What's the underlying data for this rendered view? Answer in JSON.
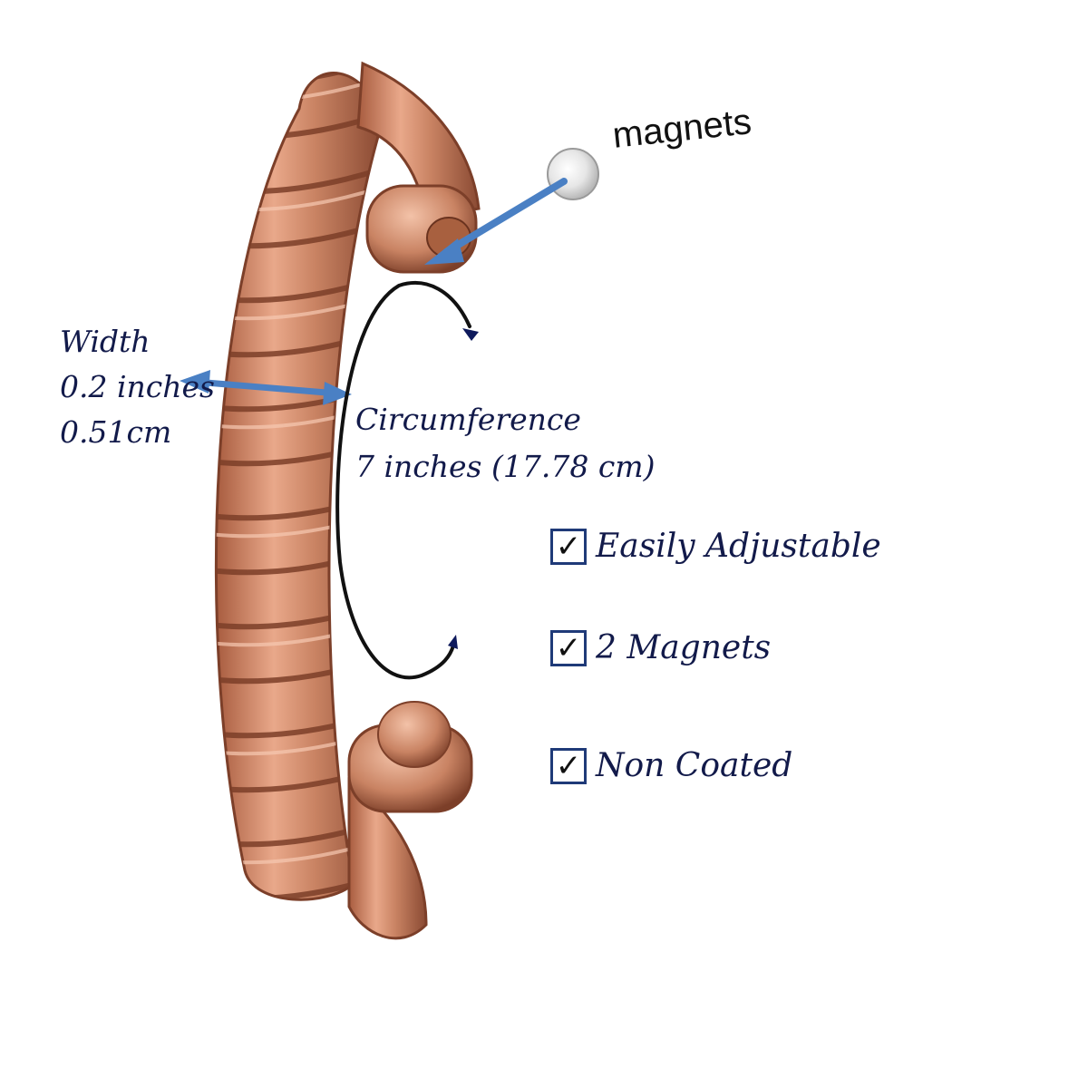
{
  "labels": {
    "magnets": "magnets",
    "width": {
      "title": "Width",
      "inches": "0.2 inches",
      "cm": "0.51cm"
    },
    "circumference": {
      "title": "Circumference",
      "value": "7 inches (17.78 cm)"
    }
  },
  "features": [
    {
      "label": "Easily Adjustable",
      "checked": true
    },
    {
      "label": "2 Magnets",
      "checked": true
    },
    {
      "label": "Non Coated",
      "checked": true
    }
  ],
  "colors": {
    "copper": "#c98363",
    "copper_dark": "#8a4a33",
    "copper_light": "#f0b89d",
    "label_text": "#121a4a",
    "arrow_blue": "#4a80c4",
    "checkbox_border": "#1f3a78"
  },
  "icons": {
    "magnet_disc": "magnet-disc-icon",
    "checkbox": "check-icon"
  }
}
